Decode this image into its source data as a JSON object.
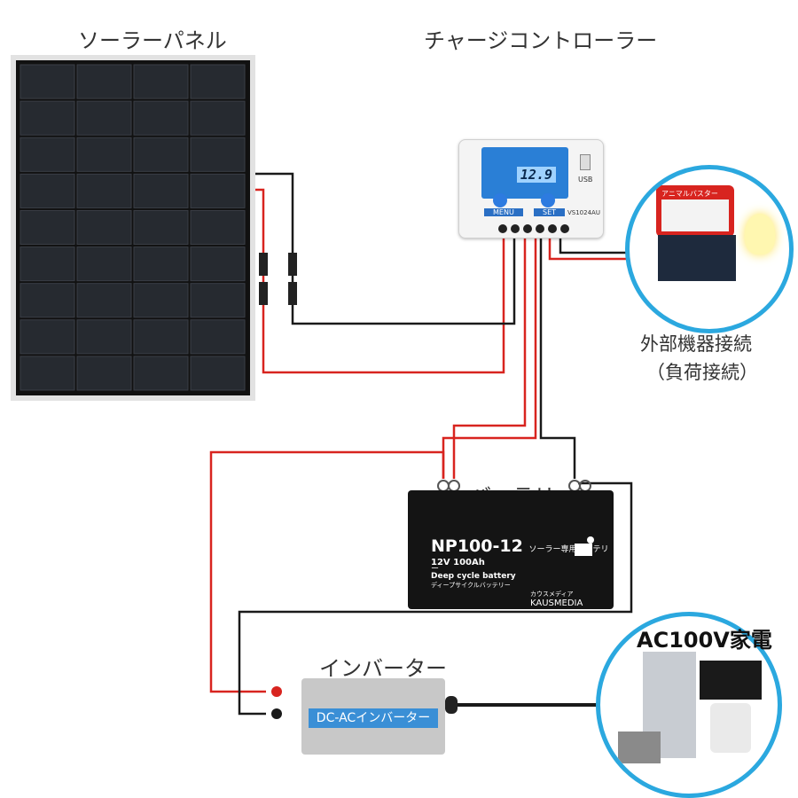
{
  "labels": {
    "solar_panel": "ソーラーパネル",
    "charge_controller": "チャージコントローラー",
    "load_line1": "外部機器接続",
    "load_line2": "（負荷接続）",
    "battery": "バッテリー",
    "inverter": "インバーター",
    "ac_appliances": "AC100V家電"
  },
  "controller": {
    "display_value": "12.9",
    "menu_button": "MENU",
    "set_button": "SET",
    "model": "VS1024AU",
    "usb_label": "USB"
  },
  "battery_label": {
    "model": "NP100-12",
    "model_sub": "ソーラー専用バッテリー",
    "spec": "12V 100Ah",
    "type": "Deep cycle battery",
    "type_jp": "ディープサイクルバッテリー",
    "brand": "KAUSMEDIA",
    "brand_jp": "カウスメディア"
  },
  "load_device": {
    "title": "アニマルバスター"
  },
  "inverter_label": {
    "text": "DC-ACインバーター"
  },
  "colors": {
    "positive_wire": "#d8241f",
    "negative_wire": "#1a1a1a",
    "circle_border": "#2ba8df"
  }
}
